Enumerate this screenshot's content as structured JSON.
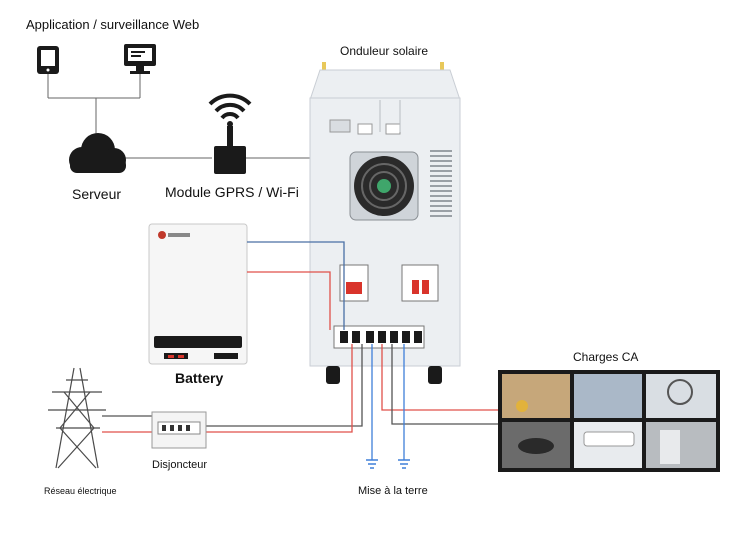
{
  "labels": {
    "web_app": "Application / surveillance Web",
    "inverter": "Onduleur solaire",
    "server": "Serveur",
    "gprs": "Module GPRS / Wi-Fi",
    "battery": "Battery",
    "ac_loads": "Charges CA",
    "breaker": "Disjoncteur",
    "grid": "Réseau électrique",
    "ground": "Mise à la terre"
  },
  "colors": {
    "wire_red": "#e0504a",
    "wire_blue": "#3f7fd9",
    "wire_gray": "#555555",
    "inverter_body": "#eceff2"
  },
  "icons": [
    "tablet-icon",
    "monitor-icon",
    "cloud-icon",
    "wifi-icon",
    "ground-icon",
    "transmission-tower-icon"
  ]
}
